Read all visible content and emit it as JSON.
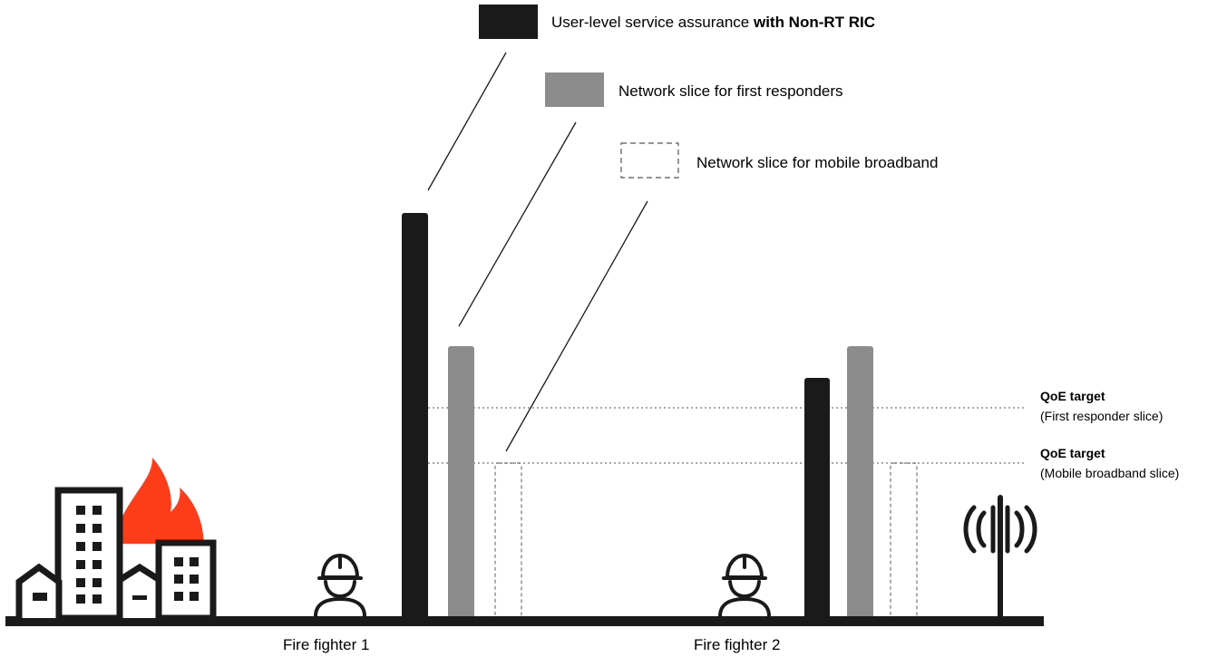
{
  "legend": {
    "user_level": {
      "text": "User-level service assurance ",
      "bold": "with Non-RT RIC",
      "color": "#1a1a1a"
    },
    "first_responders": {
      "text": "Network slice for first responders",
      "color": "#8c8c8c"
    },
    "mobile_broadband": {
      "text": "Network slice for mobile broadband",
      "style": "dashed"
    }
  },
  "qoe": {
    "first_responder": {
      "title": "QoE target",
      "subtitle": "(First responder slice)"
    },
    "mobile_broadband": {
      "title": "QoE target",
      "subtitle": "(Mobile broadband slice)"
    }
  },
  "users": {
    "ff1": {
      "label": "Fire fighter 1"
    },
    "ff2": {
      "label": "Fire fighter 2"
    }
  },
  "icons": [
    "buildings-on-fire-icon",
    "firefighter-helmet-icon",
    "cell-tower-icon"
  ],
  "colors": {
    "black": "#1a1a1a",
    "gray": "#8c8c8c",
    "fire": "#ff3c1a"
  }
}
